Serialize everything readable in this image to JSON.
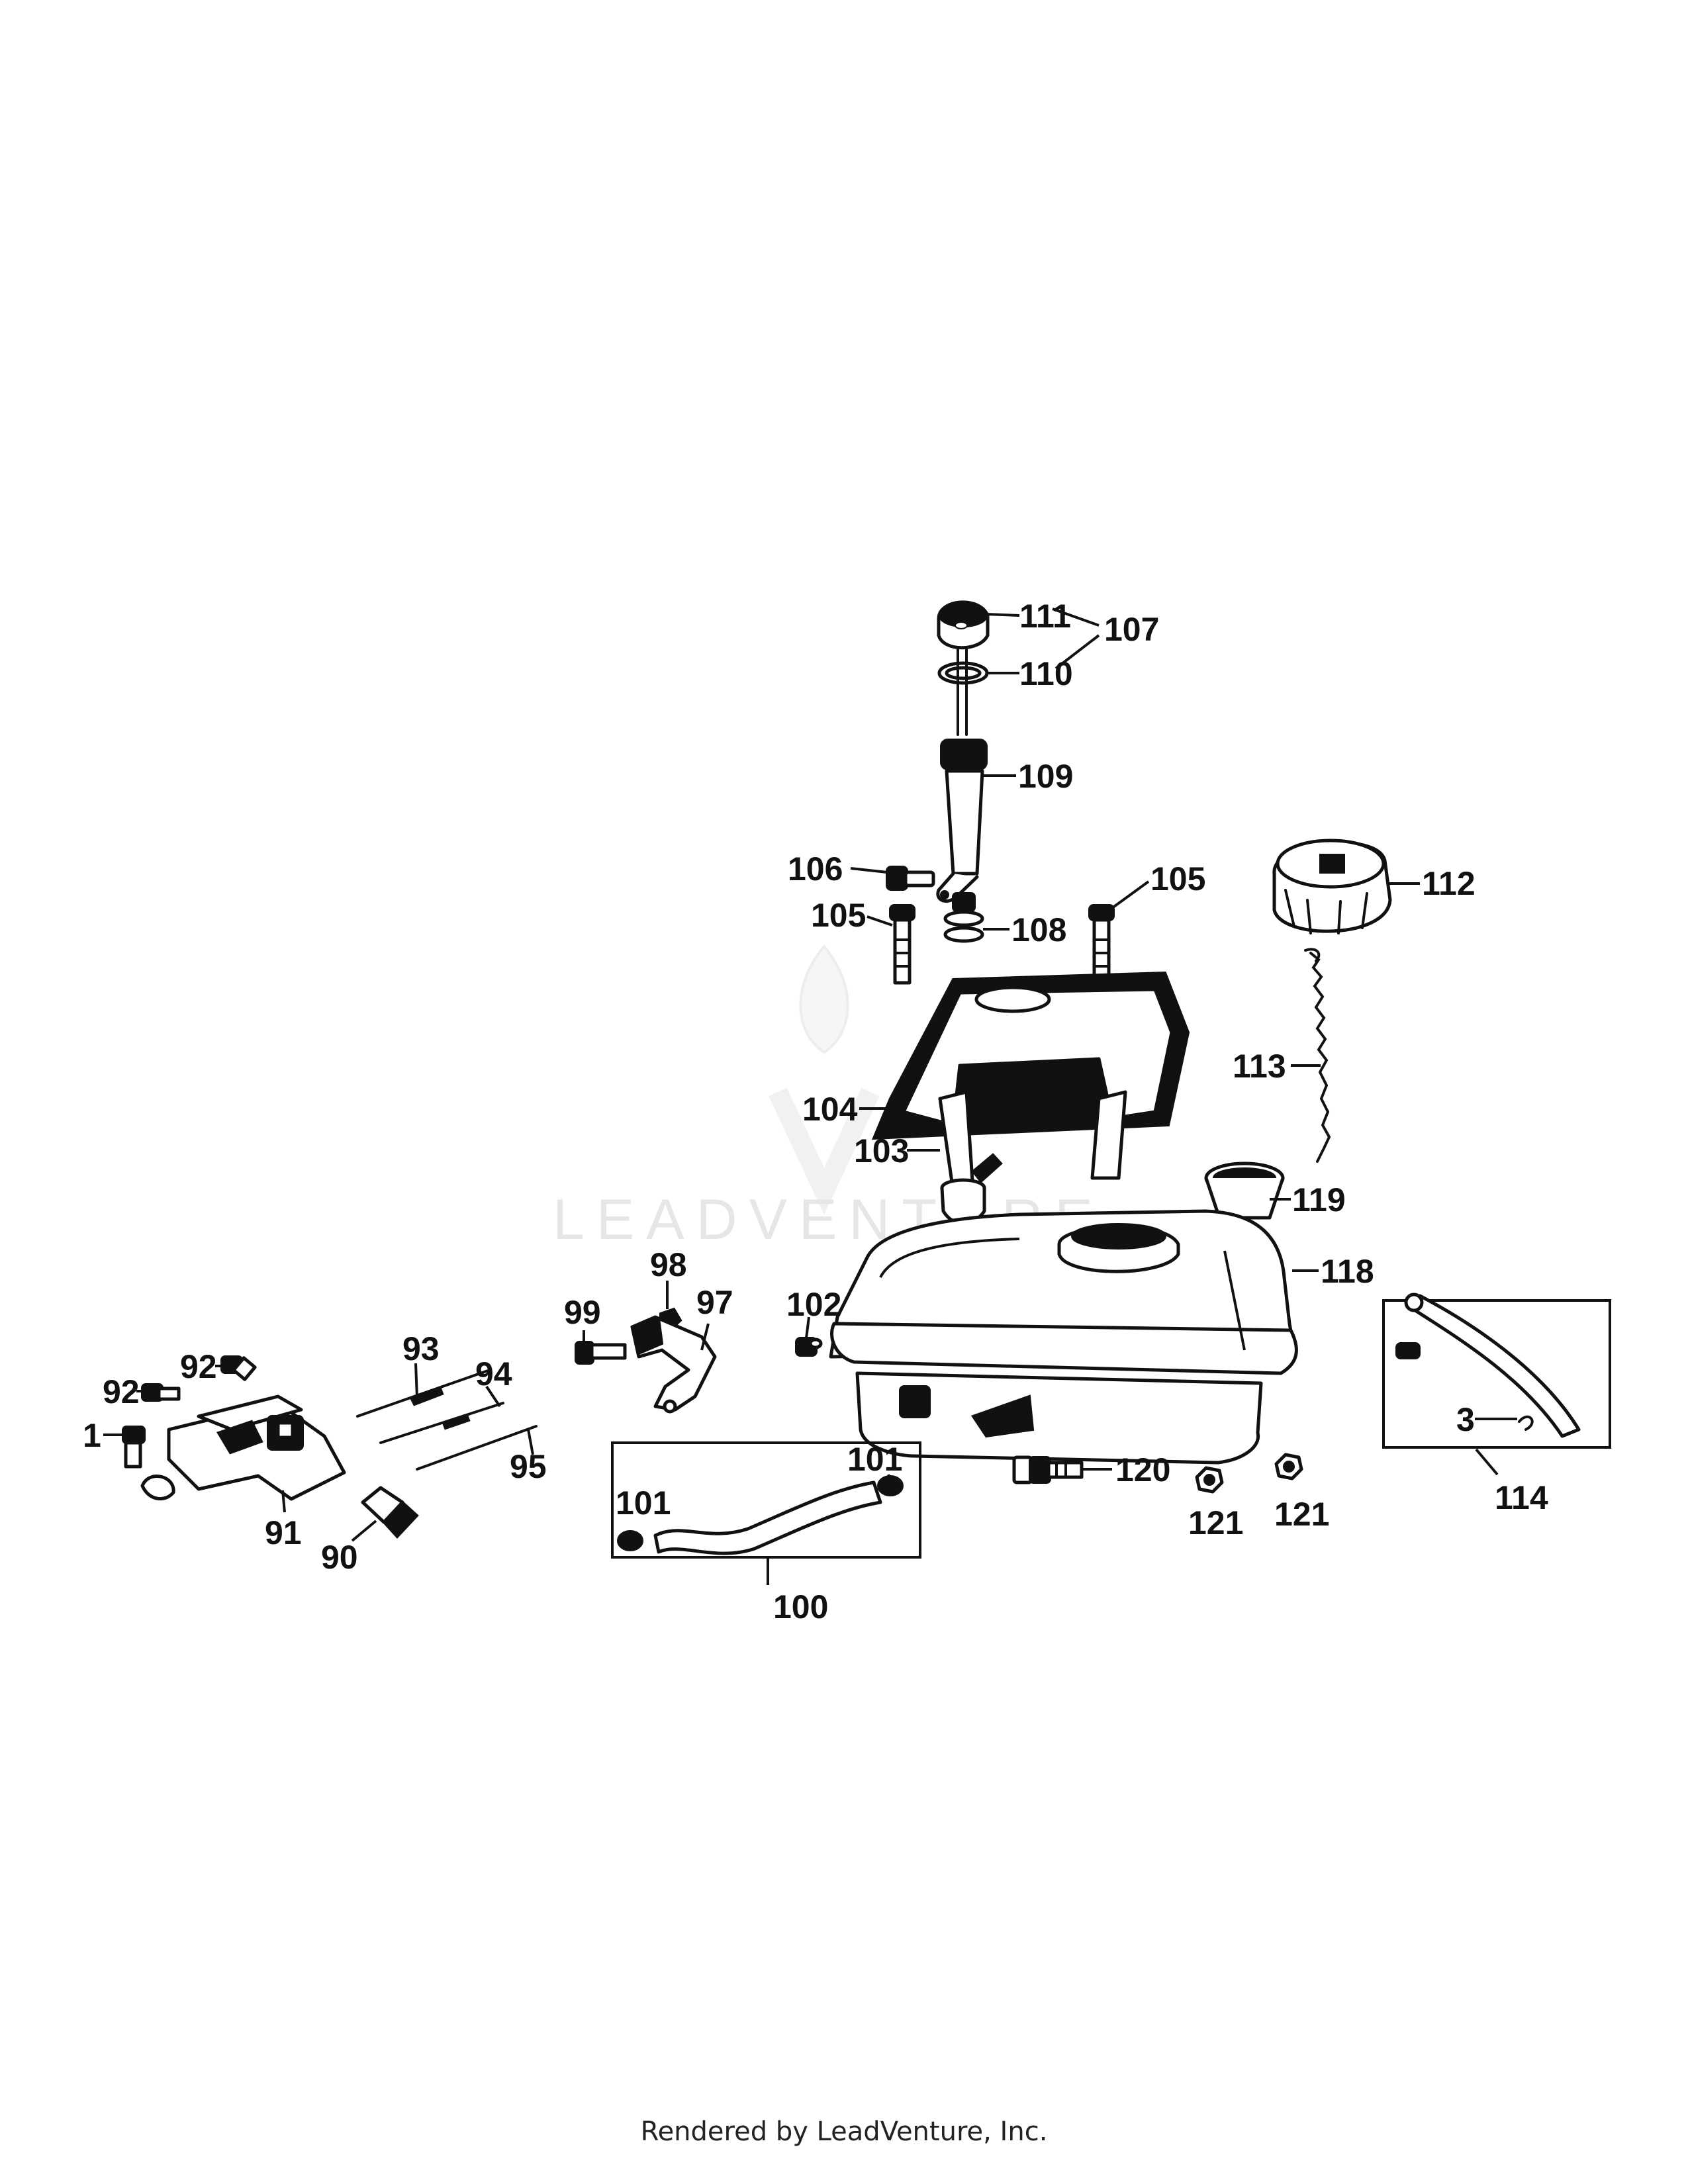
{
  "watermark": {
    "text": "LEADVENTURE"
  },
  "footer": {
    "text": "Rendered by LeadVenture, Inc."
  },
  "callouts": {
    "c111": "111",
    "c107": "107",
    "c110": "110",
    "c109": "109",
    "c106": "106",
    "c105a": "105",
    "c105b": "105",
    "c108": "108",
    "c112": "112",
    "c113": "113",
    "c104": "104",
    "c103": "103",
    "c119": "119",
    "c118": "118",
    "c98": "98",
    "c99": "99",
    "c97": "97",
    "c102": "102",
    "c93": "93",
    "c94": "94",
    "c95": "95",
    "c92a": "92",
    "c92b": "92",
    "c1": "1",
    "c91": "91",
    "c90": "90",
    "c101a": "101",
    "c101b": "101",
    "c100": "100",
    "c120": "120",
    "c121a": "121",
    "c121b": "121",
    "c3": "3",
    "c114": "114"
  }
}
